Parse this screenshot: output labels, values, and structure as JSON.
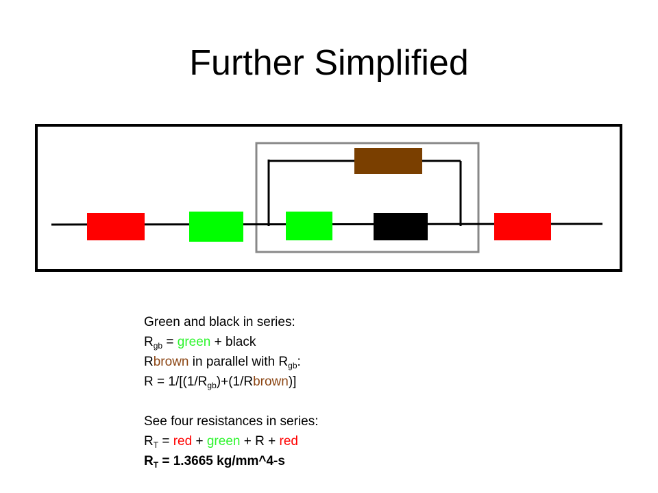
{
  "title": "Further Simplified",
  "colors": {
    "red": "#ff0000",
    "green": "#00ff00",
    "black": "#000000",
    "brown": "#7a3f00",
    "box": "#888888",
    "text_green": "#2ef52e",
    "text_brown": "#8b4513"
  },
  "notes": {
    "l1": "Green and black in series:",
    "l2": {
      "r": "R",
      "sub": "gb",
      "eq": " = ",
      "green": "green",
      "rest": " + black"
    },
    "l3": {
      "r": "R",
      "brown": "brown",
      "mid": " in parallel with R",
      "sub": "gb",
      "end": ":"
    },
    "l4": {
      "a": "R = 1/[(1/R",
      "sub": "gb",
      "b": ")+(1/R",
      "brown": "brown",
      "c": ")]"
    },
    "l5": "See four resistances in series:",
    "l6": {
      "r": "R",
      "sub": "T",
      "eq": " = ",
      "red1": "red",
      "p1": " + ",
      "green": "green",
      "p2": " + R + ",
      "red2": "red"
    },
    "l7": {
      "r": "R",
      "sub": "T",
      "rest": " = 1.3665 kg/mm^4-s"
    }
  }
}
